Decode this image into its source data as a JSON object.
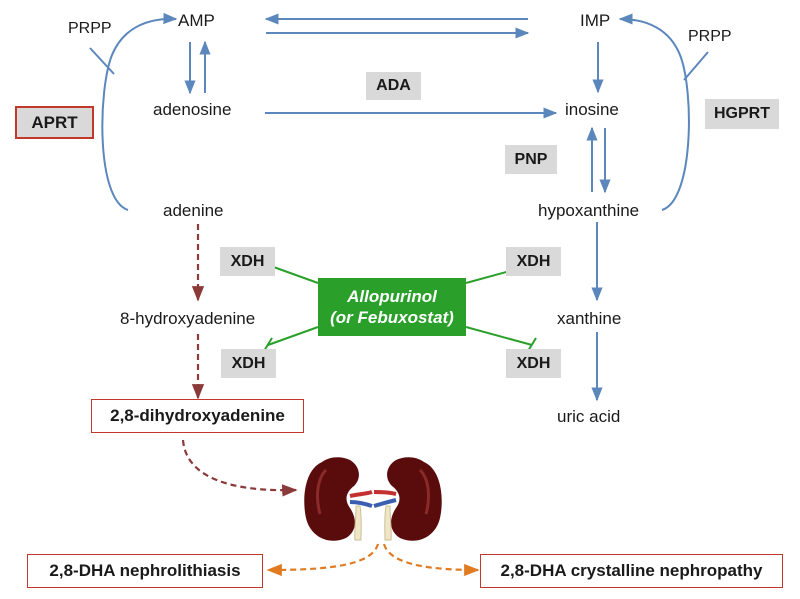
{
  "colors": {
    "pathway_blue": "#5b87bd",
    "dashed_brown": "#8b3a3a",
    "dashed_orange": "#e07b22",
    "inhibitor_green": "#2aa02a",
    "highlight_red": "#c0392b",
    "enzyme_gray": "#d9d9d9",
    "kidney_dark": "#5a0c0c"
  },
  "metabolites": {
    "amp": "AMP",
    "imp": "IMP",
    "adenosine": "adenosine",
    "inosine": "inosine",
    "adenine": "adenine",
    "hypoxanthine": "hypoxanthine",
    "hydroxyadenine": "8-hydroxyadenine",
    "xanthine": "xanthine",
    "uric_acid": "uric acid",
    "prpp_left": "PRPP",
    "prpp_right": "PRPP"
  },
  "enzymes": {
    "aprt": "APRT",
    "ada": "ADA",
    "hgprt": "HGPRT",
    "pnp": "PNP",
    "xdh_left_1": "XDH",
    "xdh_left_2": "XDH",
    "xdh_right_1": "XDH",
    "xdh_right_2": "XDH"
  },
  "inhibitor": {
    "line1": "Allopurinol",
    "line2": "(or Febuxostat)"
  },
  "product": "2,8-dihydroxyadenine",
  "outcomes": {
    "nephrolithiasis": "2,8-DHA nephrolithiasis",
    "nephropathy": "2,8-DHA crystalline nephropathy"
  },
  "icons": [
    "kidney-icon",
    "kidney-icon"
  ]
}
